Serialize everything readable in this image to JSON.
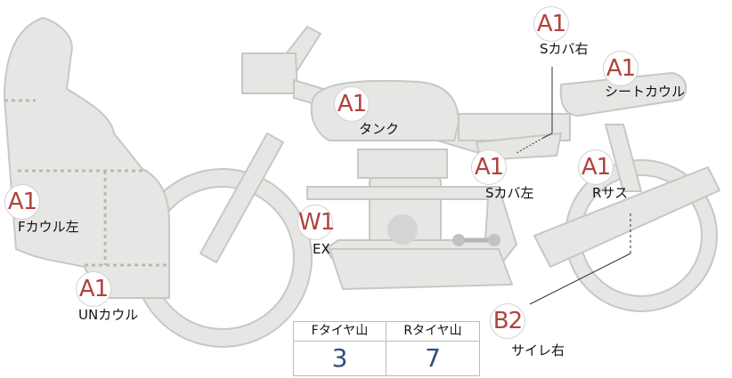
{
  "markers": {
    "f_cowl": {
      "grade": "A1",
      "label": "Fカウル左"
    },
    "un_cowl": {
      "grade": "A1",
      "label": "UNカウル"
    },
    "tank": {
      "grade": "A1",
      "label": "タンク"
    },
    "s_cover_right": {
      "grade": "A1",
      "label": "Sカバ右"
    },
    "seat_cowl": {
      "grade": "A1",
      "label": "シートカウル"
    },
    "s_cover_left": {
      "grade": "A1",
      "label": "Sカバ左"
    },
    "r_suspension": {
      "grade": "A1",
      "label": "Rサス"
    },
    "exhaust": {
      "grade": "W1",
      "label": "EX"
    },
    "silencer_right": {
      "grade": "B2",
      "label": "サイレ右"
    }
  },
  "tread": {
    "front_header": "Fタイヤ山",
    "rear_header": "Rタイヤ山",
    "front_value": "3",
    "rear_value": "7"
  },
  "colors": {
    "body_fill": "#e6e6e4",
    "outline": "#c7c7c3",
    "grade_text": "#b0433d",
    "tread_value": "#2f4f7f"
  }
}
